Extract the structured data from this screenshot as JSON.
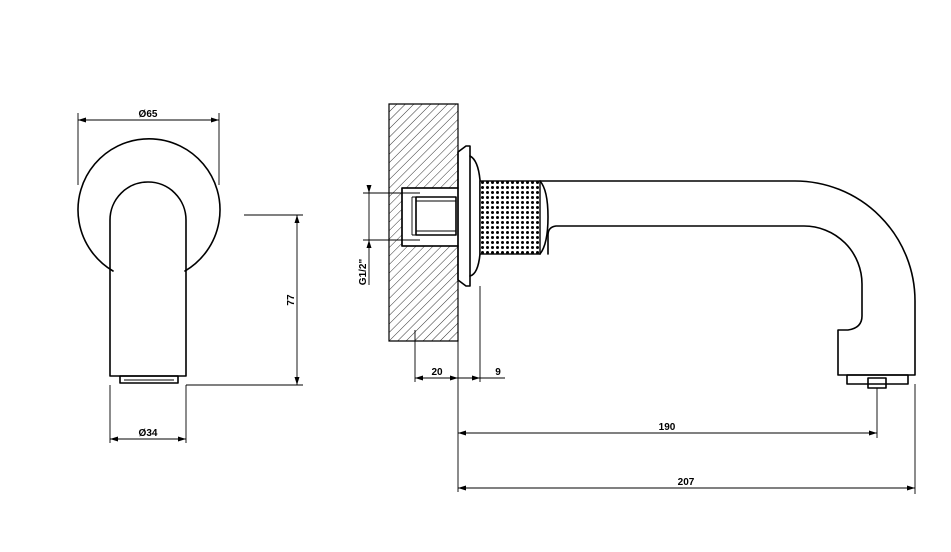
{
  "dimensions": {
    "dia_flange": "Ø65",
    "dia_spout": "Ø34",
    "height": "77",
    "thread": "G1/2\"",
    "wall_depth": "20",
    "flange_depth": "9",
    "reach_outlet": "190",
    "reach_total": "207"
  }
}
